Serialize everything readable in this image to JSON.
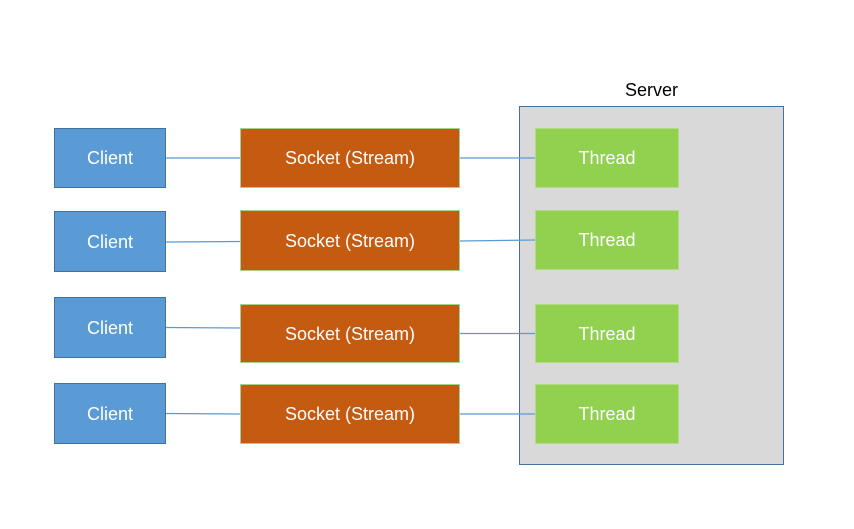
{
  "diagram": {
    "server_label": "Server",
    "rows": [
      {
        "client": "Client",
        "socket": "Socket (Stream)",
        "thread": "Thread"
      },
      {
        "client": "Client",
        "socket": "Socket (Stream)",
        "thread": "Thread"
      },
      {
        "client": "Client",
        "socket": "Socket (Stream)",
        "thread": "Thread"
      },
      {
        "client": "Client",
        "socket": "Socket (Stream)",
        "thread": "Thread"
      }
    ],
    "colors": {
      "client_fill": "#5B9BD5",
      "client_border": "#41719C",
      "socket_fill": "#C55A11",
      "socket_border": "#A9D18E",
      "thread_fill": "#92D050",
      "thread_border": "#B3DA85",
      "server_fill": "#D9D9D9",
      "server_border": "#41719C",
      "connector": "#5B9BD5",
      "server_title_text": "#000000",
      "box_text": "#FFFFFF"
    }
  }
}
